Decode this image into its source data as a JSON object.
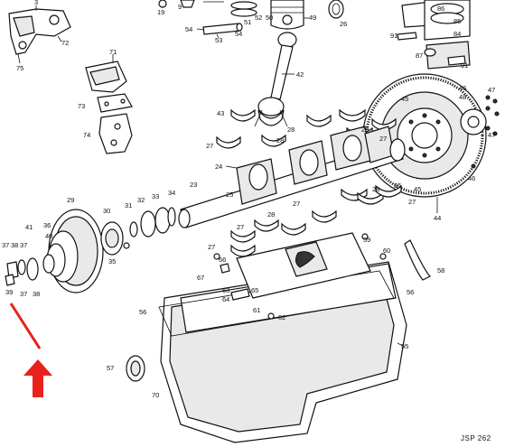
{
  "diagram": {
    "ref_code": "JSP 262",
    "labels": {
      "n3": "3",
      "n19": "19",
      "n9": "9",
      "n52": "52",
      "n50": "50",
      "n49": "49",
      "n26": "26",
      "n72": "72",
      "n54": "54",
      "n53": "53",
      "n54b": "54",
      "n51": "51",
      "n75": "75",
      "n71": "71",
      "n73": "73",
      "n74": "74",
      "n42": "42",
      "n91": "91",
      "n86": "86",
      "n85": "85",
      "n84": "84",
      "n87": "87",
      "n91b": "91",
      "n46": "46",
      "n48": "48",
      "n45": "45",
      "n47": "47",
      "n47b": "47",
      "n46b": "46",
      "n43": "43",
      "n28a": "28",
      "n27a": "27",
      "n28b": "28",
      "n28c": "28",
      "n27b": "27",
      "n24": "24",
      "n23": "23",
      "n25": "25",
      "n27c": "27",
      "n44": "44",
      "n45b": "45",
      "n28d": "28",
      "n27d": "27",
      "n28e": "28",
      "n27e": "27",
      "n29": "29",
      "n30": "30",
      "n31": "31",
      "n32": "32",
      "n33": "33",
      "n34": "34",
      "n35": "35",
      "n41": "41",
      "n36": "36",
      "n40": "40",
      "n37a": "37",
      "n38a": "38",
      "n37b": "37",
      "n39": "39",
      "n37c": "37",
      "n38b": "38",
      "n27f": "27",
      "n59": "59",
      "n60": "60",
      "n58": "58",
      "n66": "66",
      "n67": "67",
      "n63": "63",
      "n64": "64",
      "n65": "65",
      "n56a": "56",
      "n56b": "56",
      "n61": "61",
      "n62": "62",
      "n55": "55",
      "n57": "57",
      "n70": "70"
    }
  }
}
